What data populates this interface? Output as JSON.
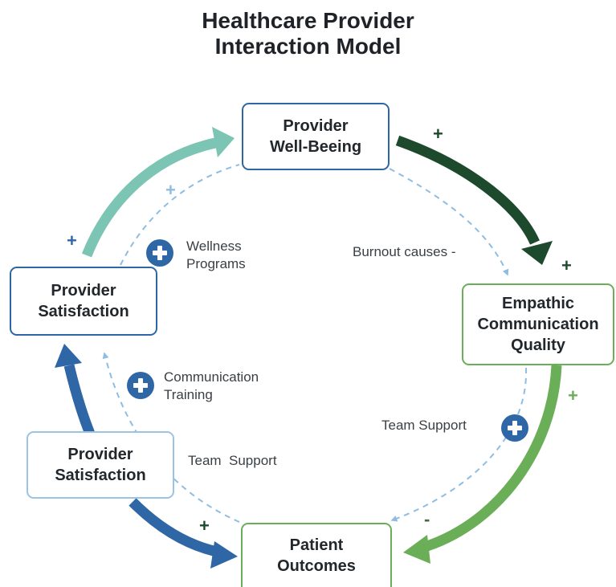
{
  "title": {
    "line1": "Healthcare Provider",
    "line2": "Interaction Model"
  },
  "nodes": {
    "top": {
      "line1": "Provider",
      "line2": "Well-Beeing"
    },
    "right": {
      "line1": "Empathic",
      "line2": "Communication",
      "line3": "Quality"
    },
    "bottom": {
      "line1": "Patient",
      "line2": "Outcomes"
    },
    "left_upper": {
      "line1": "Provider",
      "line2": "Satisfaction"
    },
    "left_lower": {
      "line1": "Provider",
      "line2": "Satisfaction"
    }
  },
  "labels": {
    "burnout": "Burnout causes -",
    "wellness": {
      "line1": "Wellness",
      "line2": "Programs"
    },
    "communication_training": {
      "line1": "Communication",
      "line2": "Training"
    },
    "team_support_left": "Team  Support",
    "team_support_right": "Team Support"
  },
  "signs": {
    "top_right_plus": "+",
    "right_plus": "+",
    "right_lower_plus": "+",
    "bottom_right_minus": "-",
    "bottom_left_plus": "+",
    "left_plus": "+",
    "left_dashed_plus": "+"
  },
  "colors": {
    "dark_green": "#1d4a2c",
    "green": "#6aae58",
    "teal": "#7cc4b3",
    "blue": "#2f67a6",
    "light_blue_dashed": "#8fbde2"
  },
  "icons": [
    "plus-circle-icon"
  ]
}
